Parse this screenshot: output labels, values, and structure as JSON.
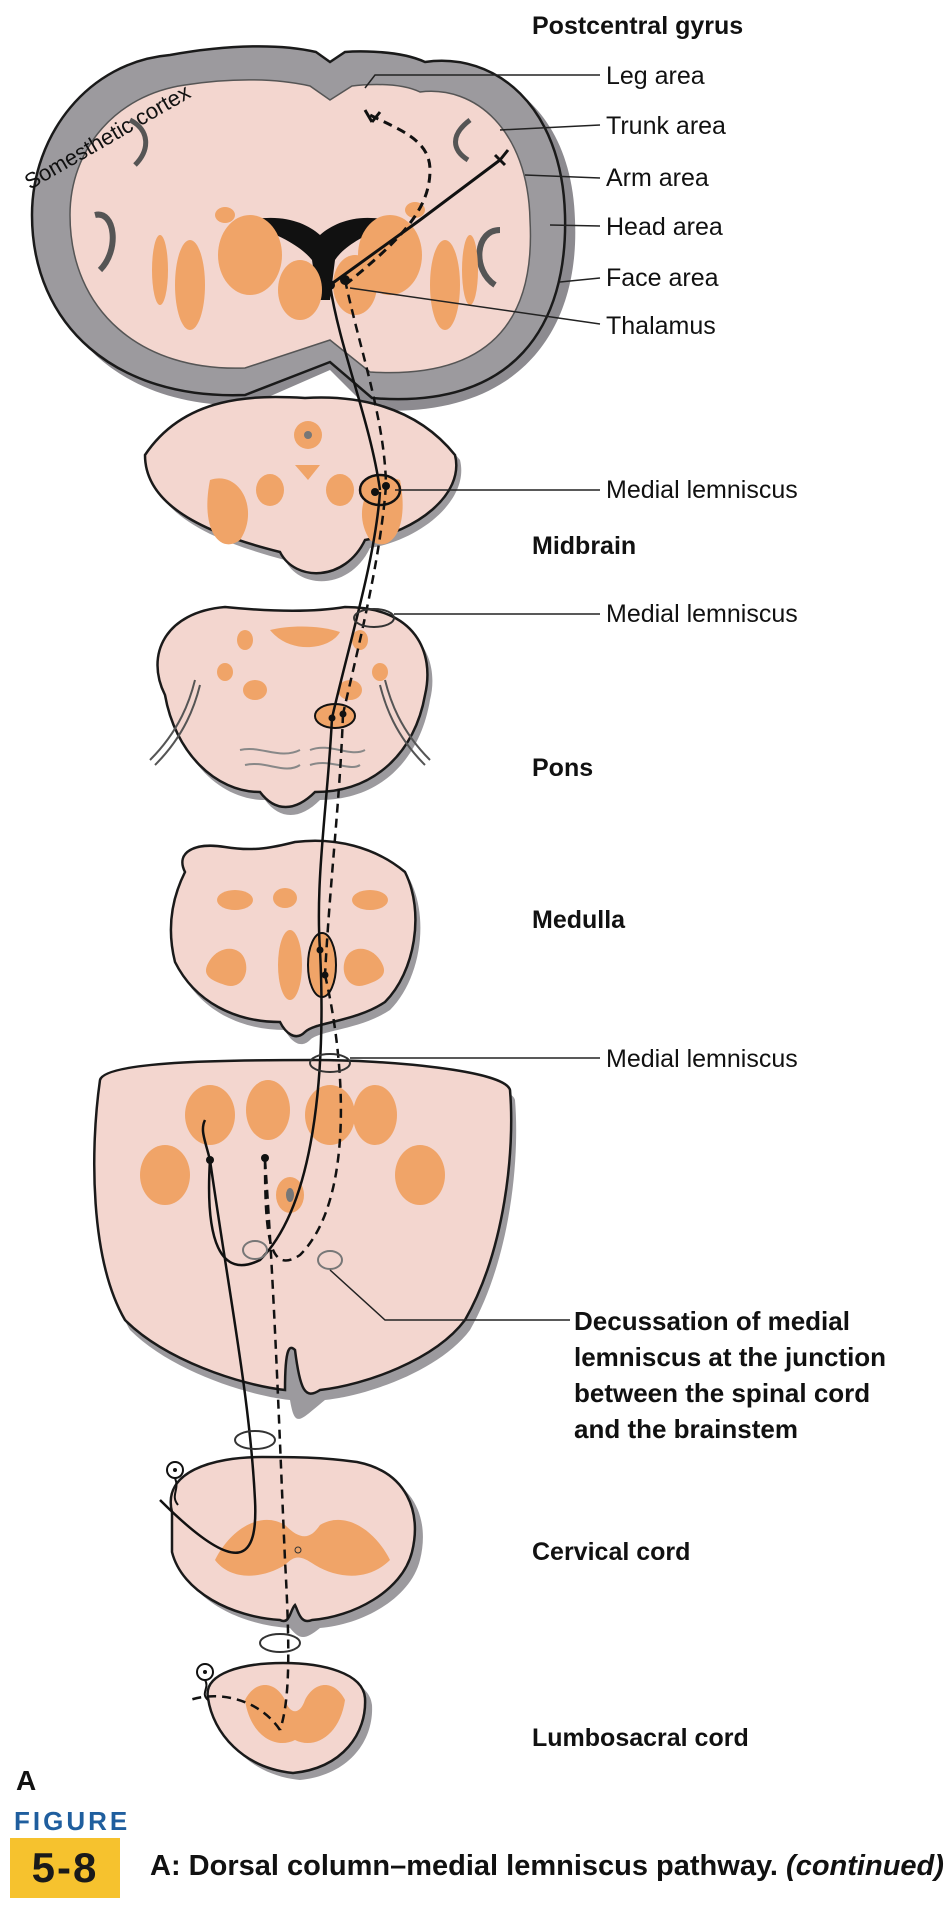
{
  "labels": {
    "postcentral_gyrus": "Postcentral gyrus",
    "somesthetic_cortex": "Somesthetic cortex",
    "leg_area": "Leg area",
    "trunk_area": "Trunk area",
    "arm_area": "Arm area",
    "head_area": "Head area",
    "face_area": "Face area",
    "thalamus": "Thalamus",
    "medial_lemniscus_1": "Medial lemniscus",
    "midbrain": "Midbrain",
    "medial_lemniscus_2": "Medial lemniscus",
    "pons": "Pons",
    "medulla": "Medulla",
    "medial_lemniscus_3": "Medial lemniscus",
    "decussation_line1": "Decussation of medial",
    "decussation_line2": "lemniscus at the junction",
    "decussation_line3": "between the spinal cord",
    "decussation_line4": "and the brainstem",
    "cervical_cord": "Cervical cord",
    "lumbosacral_cord": "Lumbosacral cord",
    "panel_letter": "A"
  },
  "caption": {
    "figure_word": "FIGURE",
    "figure_number": "5-8",
    "text": "A: Dorsal column–medial lemniscus pathway.",
    "continued": "(continued)"
  },
  "colors": {
    "tissue": "#f3d6cf",
    "nucleus": "#f0a468",
    "cortex_gray": "#9c9a9e",
    "outline": "#1a1a1a",
    "figure_blue": "#1f5e9e",
    "figure_yellow": "#f6c22e"
  }
}
